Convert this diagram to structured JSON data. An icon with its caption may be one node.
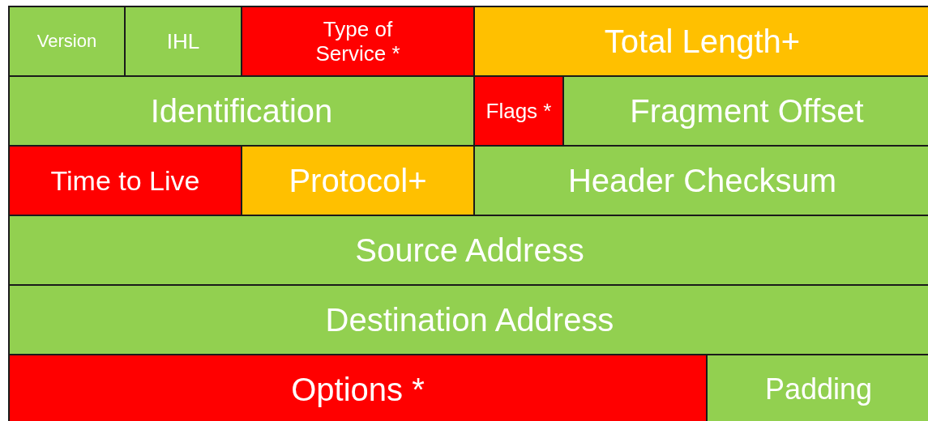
{
  "diagram": {
    "nodes": [
      {
        "text": [
          "Version"
        ]
      },
      {
        "text": [
          "IHL"
        ]
      },
      {
        "text": [
          "Type of Service *"
        ]
      },
      {
        "text": [
          "Total Length+"
        ]
      },
      {
        "text": [
          "Identification"
        ]
      },
      {
        "text": [
          "Flags *"
        ]
      },
      {
        "text": [
          "Fragment Offset"
        ]
      },
      {
        "text": [
          "Time to Live"
        ]
      },
      {
        "text": [
          "Protocol+"
        ]
      },
      {
        "text": [
          "Header Checksum"
        ]
      },
      {
        "text": [
          "Source Address"
        ]
      },
      {
        "text": [
          "Destination Address"
        ]
      },
      {
        "text": [
          "Options *"
        ]
      },
      {
        "text": [
          "Padding"
        ]
      }
    ]
  }
}
